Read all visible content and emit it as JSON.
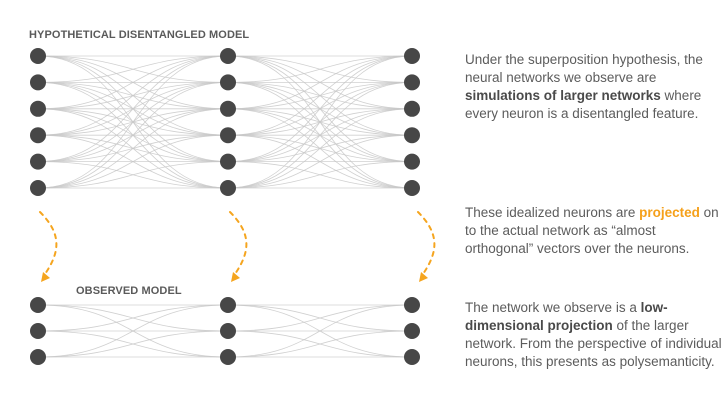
{
  "hypothetical_model": {
    "label": "HYPOTHETICAL DISENTANGLED MODEL",
    "layers": 3,
    "neurons_per_layer": 6,
    "connectivity": "fully-connected"
  },
  "observed_model": {
    "label": "OBSERVED MODEL",
    "layers": 3,
    "neurons_per_layer": 3,
    "connectivity": "fully-connected"
  },
  "projection_arrows": {
    "count": 3,
    "style": "dashed",
    "color": "#f5a51f",
    "direction": "hypothetical-to-observed"
  },
  "colors": {
    "node": "#474747",
    "edge": "#c8c8c8",
    "accent": "#f5a01a",
    "text": "#5c5c5c"
  },
  "captions": [
    {
      "segments": [
        {
          "text": "Under the superposition hypothesis, the neural networks we observe are ",
          "style": "normal"
        },
        {
          "text": "simulations of larger networks",
          "style": "bold"
        },
        {
          "text": " where every neuron is a disentangled feature.",
          "style": "normal"
        }
      ]
    },
    {
      "segments": [
        {
          "text": "These idealized neurons are ",
          "style": "normal"
        },
        {
          "text": "projected",
          "style": "accent"
        },
        {
          "text": " on to the actual network as “almost orthogonal” vectors over the neurons.",
          "style": "normal"
        }
      ]
    },
    {
      "segments": [
        {
          "text": "The network we observe is a ",
          "style": "normal"
        },
        {
          "text": "low-dimensional projection",
          "style": "bold"
        },
        {
          "text": " of the larger network. From the perspective of individual neurons, this presents as polysemanticity.",
          "style": "normal"
        }
      ]
    }
  ]
}
